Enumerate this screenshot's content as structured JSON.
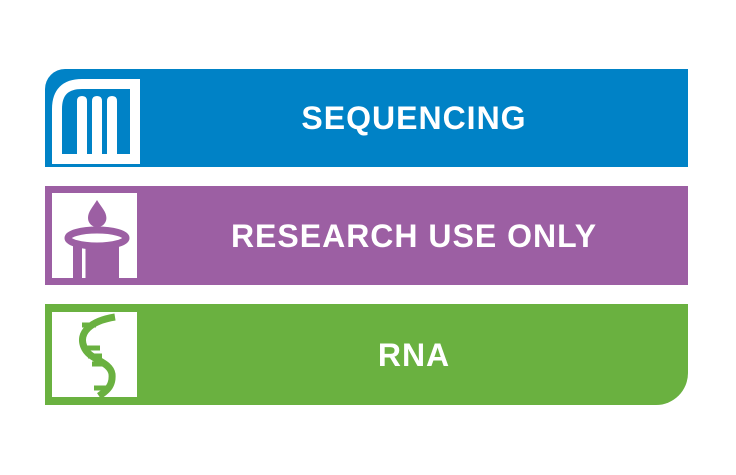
{
  "page": {
    "background_color": "#FFFFFF",
    "description": "Three product-category banner flags"
  },
  "banners": [
    {
      "label": "SEQUENCING",
      "color": "#0082C6",
      "text_color": "#FFFFFF",
      "icon": "gel-lanes-icon"
    },
    {
      "label": "RESEARCH USE ONLY",
      "color": "#9C5FA3",
      "text_color": "#FFFFFF",
      "icon": "droplet-spin-column-icon"
    },
    {
      "label": "RNA",
      "color": "#6AB140",
      "text_color": "#FFFFFF",
      "icon": "rna-strand-icon"
    }
  ]
}
